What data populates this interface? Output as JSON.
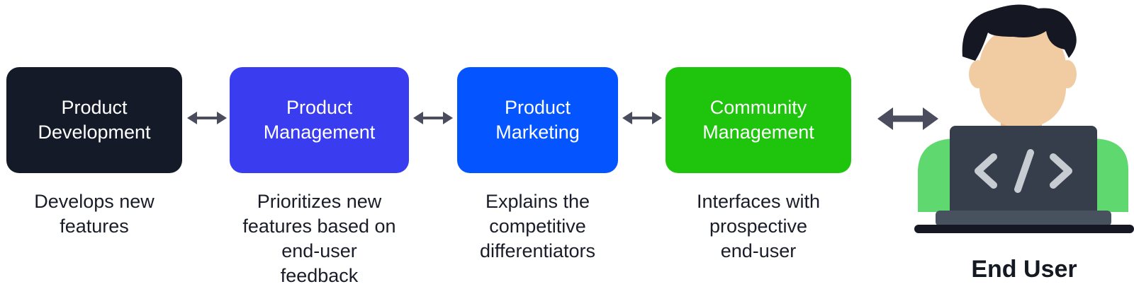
{
  "steps": [
    {
      "title": "Product\nDevelopment",
      "description": "Develops new\nfeatures",
      "color": "#141a28"
    },
    {
      "title": "Product\nManagement",
      "description": "Prioritizes new\nfeatures based on\nend-user\nfeedback",
      "color": "#3a3cf0"
    },
    {
      "title": "Product\nMarketing",
      "description": "Explains the\ncompetitive\ndifferentiators",
      "color": "#0455ff"
    },
    {
      "title": "Community\nManagement",
      "description": "Interfaces with\nprospective\nend-user",
      "color": "#1fc40c"
    }
  ],
  "end_user": {
    "label": "End User",
    "laptop_icon": "code-brackets-icon"
  },
  "colors": {
    "arrow": "#4b4d5e",
    "text": "#1a1d29"
  }
}
